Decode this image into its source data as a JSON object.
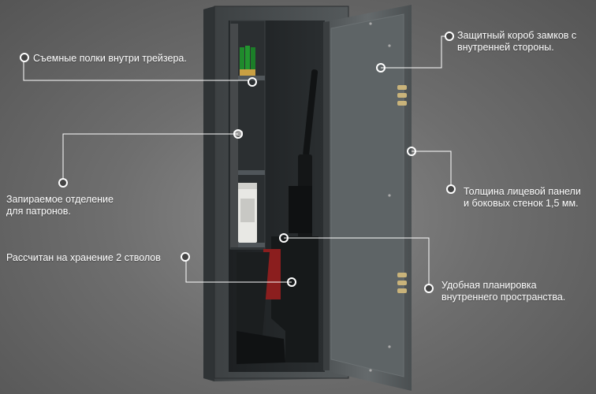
{
  "callouts": {
    "shelves": "Съемные полки внутри трейзера.",
    "lock_box_line1": "Защитный короб  замков с",
    "lock_box_line2": "внутренней стороны.",
    "ammo_line1": "Запираемое отделение",
    "ammo_line2": "для патронов.",
    "thickness_line1": "Толщина лицевой панели",
    "thickness_line2": "и боковых стенок 1,5 мм.",
    "barrels": "Рассчитан на хранение 2 стволов",
    "layout_line1": "Удобная планировка",
    "layout_line2": "внутреннего пространства."
  },
  "colors": {
    "label_text": "#ffffff",
    "leader_line": "#ffffff",
    "safe_body": "#3f4446",
    "door_panel": "#5a5f61"
  },
  "icons": [
    "callout-dot",
    "shotgun-shells",
    "ammo-can",
    "rifle",
    "lock-dials"
  ]
}
